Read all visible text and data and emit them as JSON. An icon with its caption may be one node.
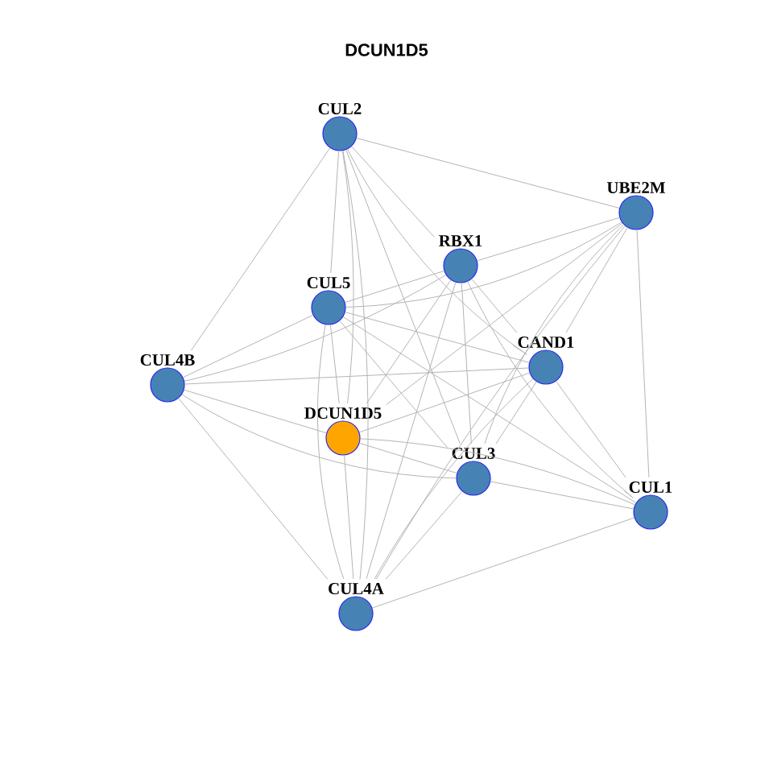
{
  "diagram": {
    "title": "DCUN1D5",
    "nodes": [
      {
        "text": [
          "CUL2"
        ]
      },
      {
        "text": [
          "UBE2M"
        ]
      },
      {
        "text": [
          "RBX1"
        ]
      },
      {
        "text": [
          "CUL5"
        ]
      },
      {
        "text": [
          "CAND1"
        ]
      },
      {
        "text": [
          "CUL4B"
        ]
      },
      {
        "text": [
          "DCUN1D5"
        ]
      },
      {
        "text": [
          "CUL3"
        ]
      },
      {
        "text": [
          "CUL1"
        ]
      },
      {
        "text": [
          "CUL4A"
        ]
      }
    ],
    "edges": [
      {
        "from": 0,
        "to": 1,
        "arrow": "none"
      },
      {
        "from": 0,
        "to": 2,
        "arrow": "none"
      },
      {
        "from": 0,
        "to": 4,
        "arrow": "none"
      },
      {
        "from": 0,
        "to": 3,
        "arrow": "none"
      },
      {
        "from": 0,
        "to": 6,
        "arrow": "none"
      },
      {
        "from": 0,
        "to": 9,
        "arrow": "none"
      },
      {
        "from": 0,
        "to": 7,
        "arrow": "none"
      },
      {
        "from": 0,
        "to": 5,
        "arrow": "none"
      },
      {
        "from": 1,
        "to": 2,
        "arrow": "none"
      },
      {
        "from": 1,
        "to": 3,
        "arrow": "none"
      },
      {
        "from": 1,
        "to": 4,
        "arrow": "none"
      },
      {
        "from": 1,
        "to": 6,
        "arrow": "none"
      },
      {
        "from": 1,
        "to": 7,
        "arrow": "none"
      },
      {
        "from": 1,
        "to": 8,
        "arrow": "none"
      },
      {
        "from": 1,
        "to": 9,
        "arrow": "none"
      },
      {
        "from": 2,
        "to": 3,
        "arrow": "none"
      },
      {
        "from": 2,
        "to": 4,
        "arrow": "none"
      },
      {
        "from": 2,
        "to": 5,
        "arrow": "none"
      },
      {
        "from": 2,
        "to": 6,
        "arrow": "none"
      },
      {
        "from": 2,
        "to": 7,
        "arrow": "none"
      },
      {
        "from": 2,
        "to": 8,
        "arrow": "none"
      },
      {
        "from": 2,
        "to": 9,
        "arrow": "none"
      },
      {
        "from": 3,
        "to": 4,
        "arrow": "none"
      },
      {
        "from": 3,
        "to": 5,
        "arrow": "none"
      },
      {
        "from": 3,
        "to": 6,
        "arrow": "none"
      },
      {
        "from": 3,
        "to": 7,
        "arrow": "none"
      },
      {
        "from": 3,
        "to": 8,
        "arrow": "none"
      },
      {
        "from": 3,
        "to": 9,
        "arrow": "none"
      },
      {
        "from": 4,
        "to": 5,
        "arrow": "none"
      },
      {
        "from": 4,
        "to": 6,
        "arrow": "none"
      },
      {
        "from": 4,
        "to": 7,
        "arrow": "none"
      },
      {
        "from": 4,
        "to": 8,
        "arrow": "none"
      },
      {
        "from": 4,
        "to": 9,
        "arrow": "none"
      },
      {
        "from": 5,
        "to": 6,
        "arrow": "none"
      },
      {
        "from": 5,
        "to": 7,
        "arrow": "none"
      },
      {
        "from": 5,
        "to": 9,
        "arrow": "none"
      },
      {
        "from": 6,
        "to": 7,
        "arrow": "none"
      },
      {
        "from": 6,
        "to": 8,
        "arrow": "none"
      },
      {
        "from": 6,
        "to": 9,
        "arrow": "none"
      },
      {
        "from": 7,
        "to": 8,
        "arrow": "none"
      },
      {
        "from": 7,
        "to": 9,
        "arrow": "none"
      },
      {
        "from": 8,
        "to": 9,
        "arrow": "none"
      }
    ]
  }
}
